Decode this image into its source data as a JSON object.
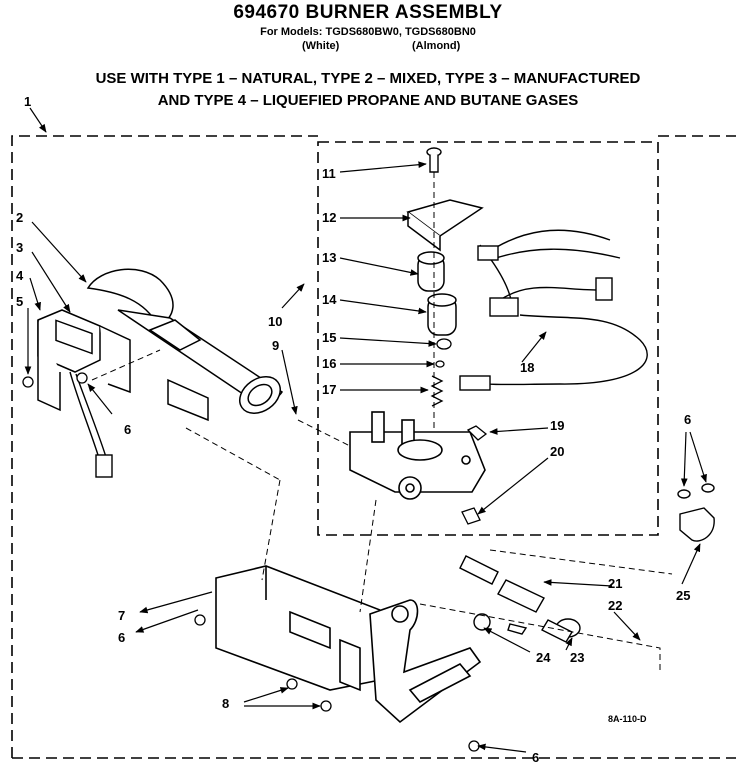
{
  "header": {
    "title": "694670 BURNER ASSEMBLY",
    "models": "For Models: TGDS680BW0, TGDS680BN0",
    "color_white": "(White)",
    "color_almond": "(Almond)",
    "use_line1": "USE WITH TYPE 1 – NATURAL, TYPE 2 – MIXED, TYPE 3 – MANUFACTURED",
    "use_line2": "AND TYPE 4 – LIQUEFIED PROPANE AND BUTANE GASES"
  },
  "diagram_code": "8A-110-D",
  "callouts": {
    "c1": "1",
    "c2": "2",
    "c3": "3",
    "c4": "4",
    "c5": "5",
    "c6a": "6",
    "c6b": "6",
    "c6c": "6",
    "c6d": "6",
    "c7": "7",
    "c8": "8",
    "c9": "9",
    "c10": "10",
    "c11": "11",
    "c12": "12",
    "c13": "13",
    "c14": "14",
    "c15": "15",
    "c16": "16",
    "c17": "17",
    "c18": "18",
    "c19": "19",
    "c20": "20",
    "c21": "21",
    "c22": "22",
    "c23": "23",
    "c24": "24",
    "c25": "25"
  }
}
